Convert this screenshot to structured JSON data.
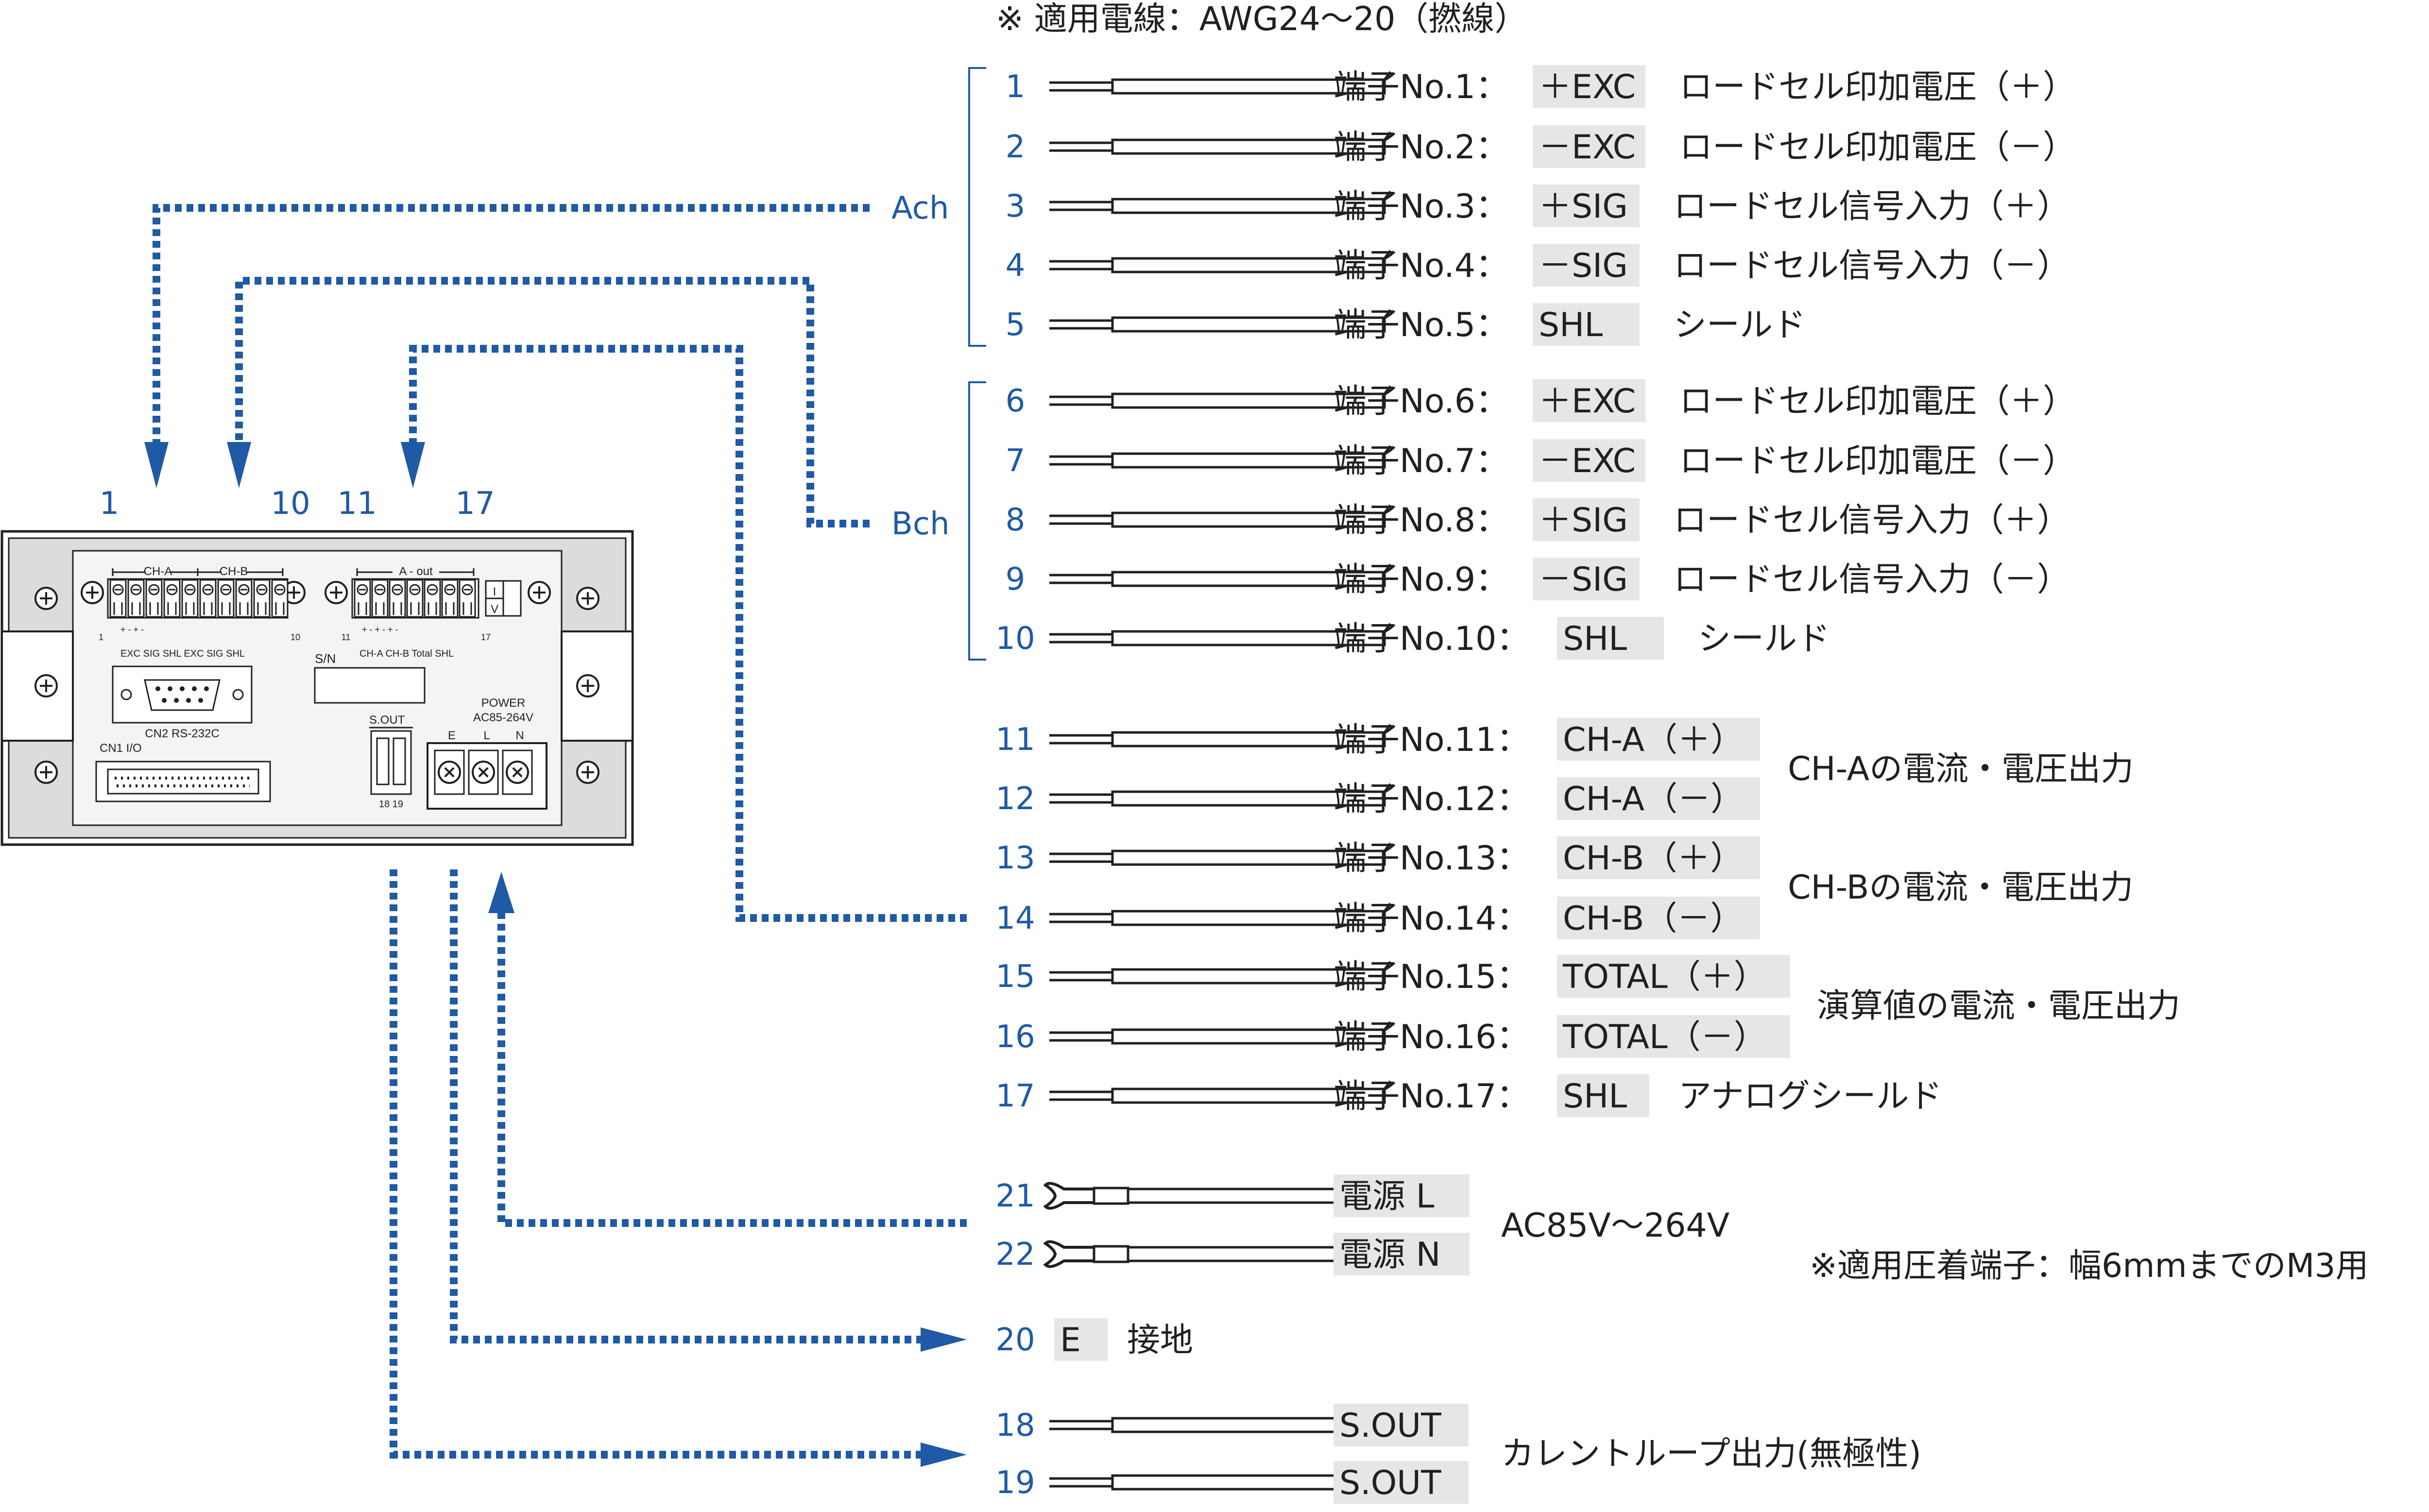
{
  "note_top": "※ 適用電線：AWG24～20（撚線）",
  "note_crimp": "※適用圧着端子：幅6mmまでのM3用",
  "group_labels": {
    "ach": "Ach",
    "bch": "Bch"
  },
  "panel_numbers": [
    "1",
    "10",
    "11",
    "17"
  ],
  "panel": {
    "ch_a": "CH-A",
    "ch_b": "CH-B",
    "a_out": "A - out",
    "i_label": "I",
    "v_label": "V",
    "tb1_left_num": "1",
    "tb1_right_num": "10",
    "tb2_left_num": "11",
    "tb2_right_num": "17",
    "tb1_pol": "+  -  +  -",
    "tb1_sub": "EXC   SIG  SHL  EXC   SIG  SHL",
    "tb2_pol": "+  -  +  -  +  -",
    "tb2_sub": "CH-A  CH-B  Total  SHL",
    "sn": "S/N",
    "cn2": "CN2  RS-232C",
    "cn1": "CN1  I/O",
    "sout": "S.OUT",
    "sout_nums": "18 19",
    "power": "POWER",
    "power_range": "AC85-264V",
    "e": "E",
    "l": "L",
    "n": "N"
  },
  "terminals": [
    {
      "num": "1",
      "label": "端子No.1：",
      "signal": "＋EXC",
      "desc": "ロードセル印加電圧（＋）"
    },
    {
      "num": "2",
      "label": "端子No.2：",
      "signal": "－EXC",
      "desc": "ロードセル印加電圧（－）"
    },
    {
      "num": "3",
      "label": "端子No.3：",
      "signal": "＋SIG",
      "desc": "ロードセル信号入力（＋）"
    },
    {
      "num": "4",
      "label": "端子No.4：",
      "signal": "－SIG",
      "desc": "ロードセル信号入力（－）"
    },
    {
      "num": "5",
      "label": "端子No.5：",
      "signal": "SHL",
      "desc": "シールド"
    },
    {
      "num": "6",
      "label": "端子No.6：",
      "signal": "＋EXC",
      "desc": "ロードセル印加電圧（＋）"
    },
    {
      "num": "7",
      "label": "端子No.7：",
      "signal": "－EXC",
      "desc": "ロードセル印加電圧（－）"
    },
    {
      "num": "8",
      "label": "端子No.8：",
      "signal": "＋SIG",
      "desc": "ロードセル信号入力（＋）"
    },
    {
      "num": "9",
      "label": "端子No.9：",
      "signal": "－SIG",
      "desc": "ロードセル信号入力（－）"
    },
    {
      "num": "10",
      "label": "端子No.10：",
      "signal": "SHL",
      "desc": "シールド"
    },
    {
      "num": "11",
      "label": "端子No.11：",
      "signal": "CH-A（＋）",
      "desc": ""
    },
    {
      "num": "12",
      "label": "端子No.12：",
      "signal": "CH-A（－）",
      "desc": ""
    },
    {
      "num": "13",
      "label": "端子No.13：",
      "signal": "CH-B（＋）",
      "desc": ""
    },
    {
      "num": "14",
      "label": "端子No.14：",
      "signal": "CH-B（－）",
      "desc": ""
    },
    {
      "num": "15",
      "label": "端子No.15：",
      "signal": "TOTAL（＋）",
      "desc": ""
    },
    {
      "num": "16",
      "label": "端子No.16：",
      "signal": "TOTAL（－）",
      "desc": ""
    },
    {
      "num": "17",
      "label": "端子No.17：",
      "signal": "SHL",
      "desc": "アナログシールド"
    }
  ],
  "pair_descriptions": {
    "ch_a": "CH-Aの電流・電圧出力",
    "ch_b": "CH-Bの電流・電圧出力",
    "total": "演算値の電流・電圧出力"
  },
  "power_terminals": [
    {
      "num": "21",
      "signal": "電源 L"
    },
    {
      "num": "22",
      "signal": "電源 N"
    }
  ],
  "power_desc": "AC85V～264V",
  "earth": {
    "num": "20",
    "signal": "E",
    "desc": "接地"
  },
  "sout_terminals": [
    {
      "num": "18",
      "signal": "S.OUT"
    },
    {
      "num": "19",
      "signal": "S.OUT"
    }
  ],
  "sout_desc": "カレントループ出力(無極性)"
}
